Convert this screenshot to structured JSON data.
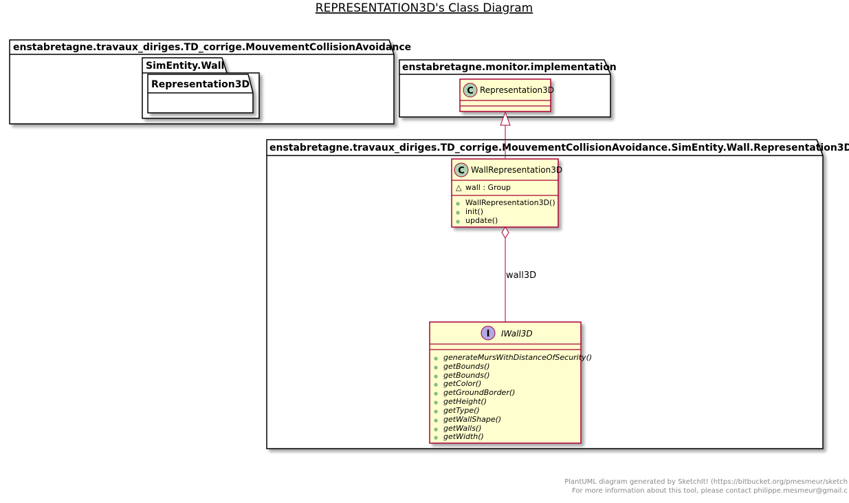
{
  "title": "REPRESENTATION3D's Class Diagram",
  "packages": {
    "outer_left": "enstabretagne.travaux_diriges.TD_corrige.MouvementCollisionAvoidance",
    "simentity_wall": "SimEntity.Wall",
    "representation3d_pkg": "Representation3D",
    "monitor": "enstabretagne.monitor.implementation",
    "wall_repr_pkg": "enstabretagne.travaux_diriges.TD_corrige.MouvementCollisionAvoidance.SimEntity.Wall.Representation3D"
  },
  "classes": {
    "representation3d": {
      "stereotype_letter": "C",
      "name": "Representation3D"
    },
    "wall_representation3d": {
      "stereotype_letter": "C",
      "name": "WallRepresentation3D",
      "fields": [
        {
          "visibility": "△",
          "text": "wall : Group"
        }
      ],
      "methods": [
        {
          "visibility": "●",
          "text": "WallRepresentation3D()"
        },
        {
          "visibility": "●",
          "text": "init()"
        },
        {
          "visibility": "●",
          "text": "update()"
        }
      ]
    },
    "iwall3d": {
      "stereotype_letter": "I",
      "name": "IWall3D",
      "methods": [
        {
          "visibility": "●",
          "text": "generateMursWithDistanceOfSecurity()"
        },
        {
          "visibility": "●",
          "text": "getBounds()"
        },
        {
          "visibility": "●",
          "text": "getBounds()"
        },
        {
          "visibility": "●",
          "text": "getColor()"
        },
        {
          "visibility": "●",
          "text": "getGroundBorder()"
        },
        {
          "visibility": "●",
          "text": "getHeight()"
        },
        {
          "visibility": "●",
          "text": "getType()"
        },
        {
          "visibility": "●",
          "text": "getWallShape()"
        },
        {
          "visibility": "●",
          "text": "getWalls()"
        },
        {
          "visibility": "●",
          "text": "getWidth()"
        }
      ]
    }
  },
  "relations": {
    "aggregation_label": "wall3D"
  },
  "footer": {
    "line1": "PlantUML diagram generated by SketchIt! (https://bitbucket.org/pmesmeur/sketch",
    "line2": "For more information about this tool, please contact philippe.mesmeur@gmail.c"
  },
  "colors": {
    "class_fill": "#FEFECE",
    "class_border": "#A80036",
    "class_icon": "#ADD1B2",
    "interface_icon": "#B4A7E5",
    "edge": "#A80036",
    "package_border": "#000000"
  }
}
